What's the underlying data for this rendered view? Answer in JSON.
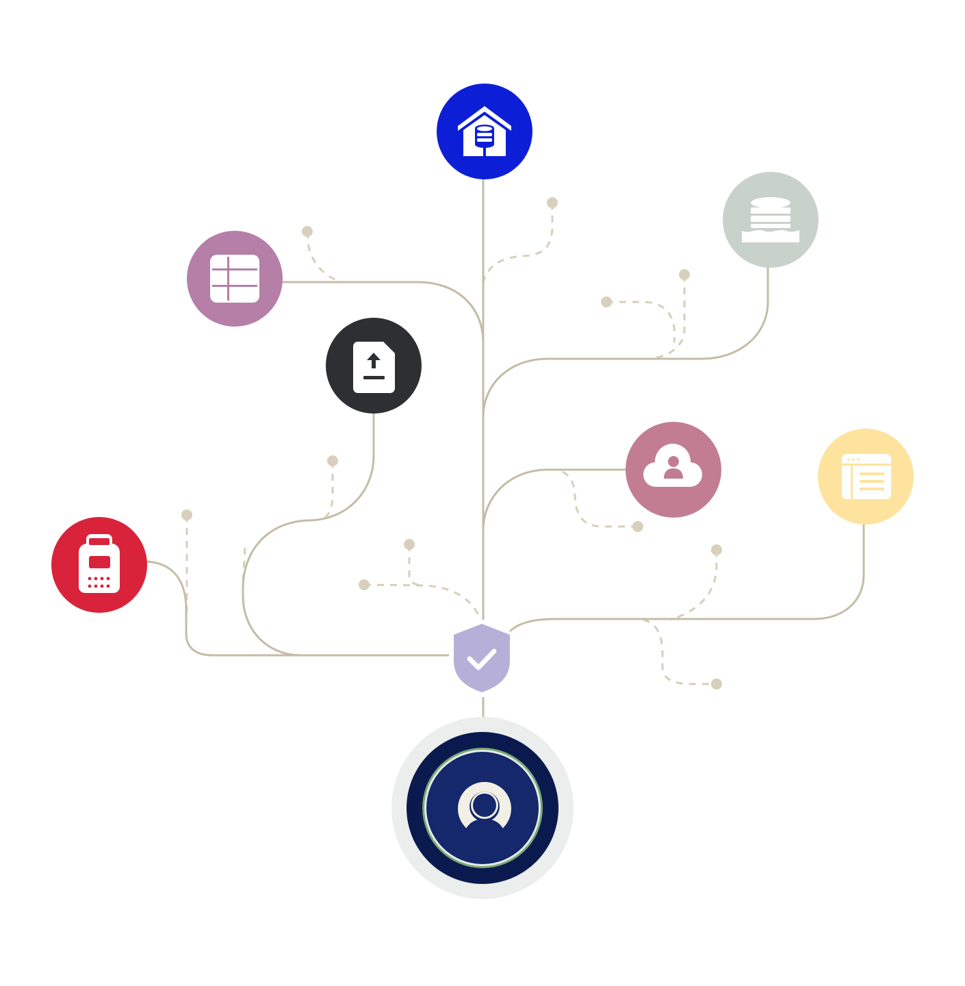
{
  "palette": {
    "connector": "#c4bca6",
    "dashed_connector": "#d6cfba",
    "dot": "#d8d0bc",
    "shield": "#b6b0d8"
  },
  "nodes": [
    {
      "id": "warehouse",
      "icon": "data-warehouse-icon",
      "color": "#0d1fd6"
    },
    {
      "id": "database",
      "icon": "database-icon",
      "color": "#c9d1cb"
    },
    {
      "id": "spreadsheet",
      "icon": "table-grid-icon",
      "color": "#b57fa8"
    },
    {
      "id": "file-upload",
      "icon": "file-upload-icon",
      "color": "#2d2f33"
    },
    {
      "id": "cloud-user",
      "icon": "cloud-user-icon",
      "color": "#c27d93"
    },
    {
      "id": "web-app",
      "icon": "browser-window-icon",
      "color": "#fde39d"
    },
    {
      "id": "pos-terminal",
      "icon": "payment-terminal-icon",
      "color": "#d9233a"
    }
  ],
  "hub": {
    "icon": "shield-check-icon",
    "color": "#b6b0d8"
  },
  "destination": {
    "icon": "user-profile-icon",
    "color": "#0a1a4f",
    "ring": "#6f9f6a"
  }
}
